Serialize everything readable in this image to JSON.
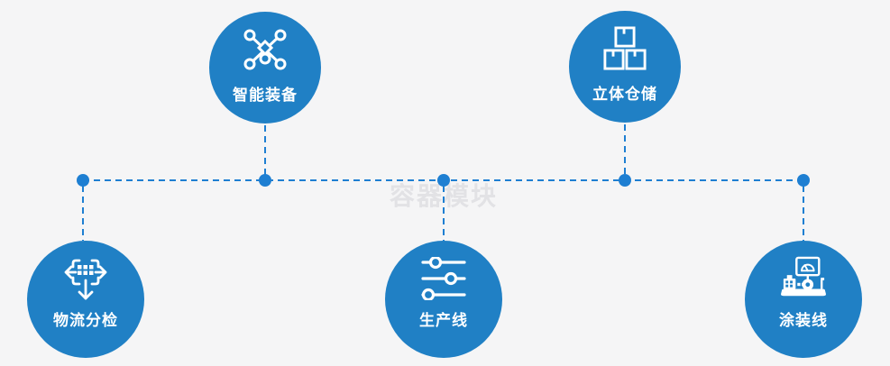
{
  "diagram": {
    "watermark": "容器模块",
    "colors": {
      "background": "#f5f5f6",
      "node_fill": "#2080c5",
      "connector_blue": "#1e7fd2",
      "icon_white": "#ffffff",
      "label_white": "#ffffff",
      "watermark_gray": "#e2e2e5"
    },
    "nodes": [
      {
        "id": "intelligent-equipment",
        "label": "智能装备",
        "icon": "network-nodes-icon",
        "row": "top"
      },
      {
        "id": "stereo-warehouse",
        "label": "立体仓储",
        "icon": "stacked-boxes-icon",
        "row": "top"
      },
      {
        "id": "logistics-sorting",
        "label": "物流分检",
        "icon": "distribute-arrows-icon",
        "row": "bottom"
      },
      {
        "id": "production-line",
        "label": "生产线",
        "icon": "sliders-icon",
        "row": "bottom"
      },
      {
        "id": "coating-line",
        "label": "涂装线",
        "icon": "machine-console-icon",
        "row": "bottom"
      }
    ]
  }
}
